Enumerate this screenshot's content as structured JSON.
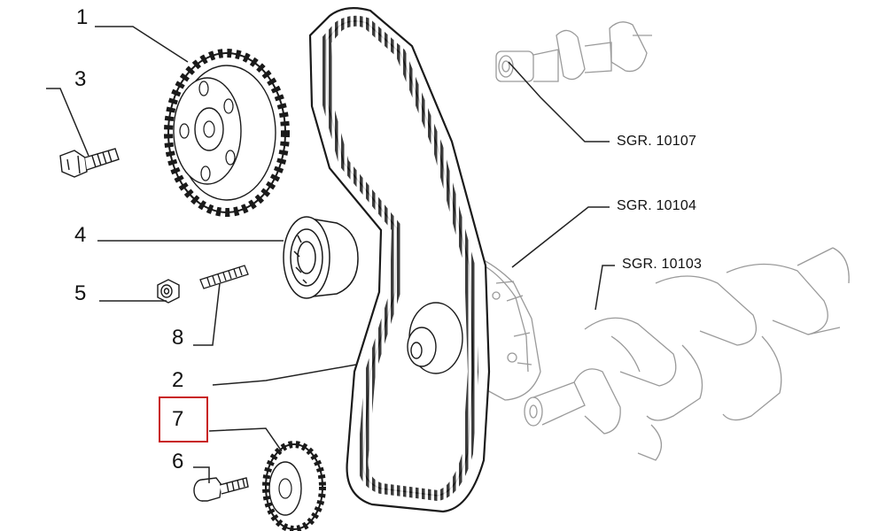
{
  "callouts": {
    "p1": "1",
    "p2": "2",
    "p3": "3",
    "p4": "4",
    "p5": "5",
    "p6": "6",
    "p7": "7",
    "p8": "8"
  },
  "references": {
    "camshaft": "SGR. 10107",
    "oil_pump": "SGR. 10104",
    "crankshaft": "SGR. 10103"
  },
  "highlight": {
    "part": "7",
    "color": "#c81e1e"
  },
  "colors": {
    "ink": "#111111",
    "belt": "#1a1a1a",
    "ghost": "#9a9a9a",
    "leader": "#222222"
  },
  "icons": {
    "camshaft_pulley": "toothed-pulley-icon",
    "timing_belt": "toothed-belt-icon",
    "tensioner": "tensioner-bearing-icon",
    "crank_pulley": "small-toothed-pulley-icon",
    "bolt": "hex-bolt-icon",
    "nut": "hex-nut-icon",
    "stud": "threaded-stud-icon",
    "camshaft": "camshaft-icon",
    "crankshaft": "crankshaft-icon"
  }
}
